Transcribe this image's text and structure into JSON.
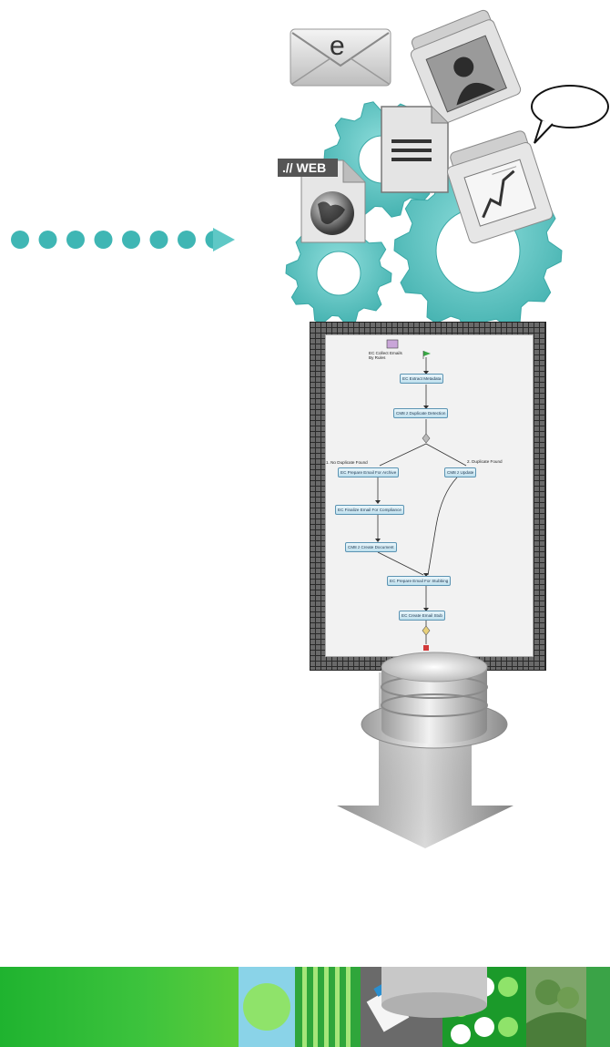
{
  "colors": {
    "gear": "#5fc8c6",
    "gear_dark": "#3aa8a6",
    "dots": "#3fb6b4",
    "arrow_gray": "#bdbdbd",
    "strip_green": "#2fbf35"
  },
  "icons": [
    "email-icon",
    "contact-folder-icon",
    "speech-bubble-icon",
    "document-icon",
    "chart-folder-icon",
    "web-globe-icon",
    "database-icon"
  ],
  "web_icon": {
    "label": ".// WEB"
  },
  "email_icon": {
    "label": "e"
  },
  "workflow": {
    "start_label": "EC Collect Emails By Rules",
    "nodes": {
      "extract_metadata": "EC Extract Metadata",
      "duplicate_detection": "CM8 z Duplicate Detection",
      "prepare_archive": "EC Prepare Email For Archive",
      "update": "CM8 z Update",
      "finalize_compliance": "EC Finalize Email For Compliance",
      "create_document": "CM8 z Create Document",
      "prepare_stubbing": "EC Prepare Email For Stubbing",
      "create_stub": "EC Create Email Stub"
    },
    "branch_left": "1. No Duplicate Found",
    "branch_right": "2. Duplicate Found"
  }
}
